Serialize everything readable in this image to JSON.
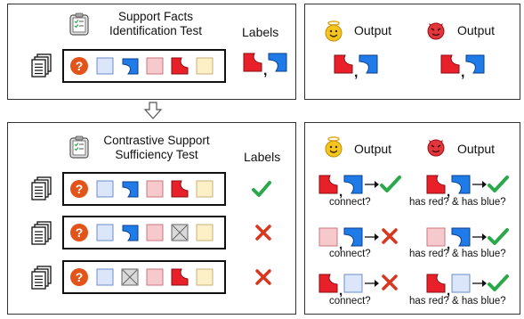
{
  "colors": {
    "red": "#e8202a",
    "blue": "#1f7be8",
    "pale_blue": "#dbe6fb",
    "pale_red": "#f6c9cd",
    "pale_yellow": "#fdf0c7",
    "gray_x": "#d9d9d9",
    "check_green": "#2aa84a",
    "cross_red": "#d9361e",
    "question_orange": "#e2541a"
  },
  "icons": [
    "documents-stack-icon",
    "clipboard-icon",
    "question-icon",
    "angel-face-icon",
    "devil-face-icon",
    "check-icon",
    "cross-icon",
    "arrow-down-icon"
  ],
  "top": {
    "test_title_line1": "Support Facts",
    "test_title_line2": "Identification Test",
    "labels_head": "Labels",
    "output_head_angel": "Output",
    "output_head_devil": "Output"
  },
  "bottom": {
    "test_title_line1": "Contrastive Support",
    "test_title_line2": "Sufficiency Test",
    "labels_head": "Labels",
    "output_head_angel": "Output",
    "output_head_devil": "Output",
    "questions_angel": [
      "connect?",
      "connect?",
      "connect?"
    ],
    "questions_devil": [
      "has red? & has blue?",
      "has red? & has blue?",
      "has red? & has blue?"
    ]
  }
}
